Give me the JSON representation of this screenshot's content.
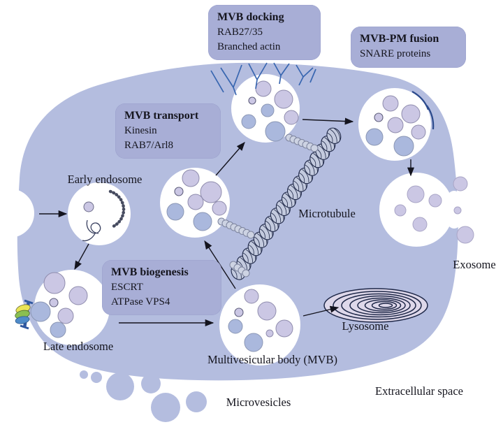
{
  "boxes": {
    "docking": {
      "title": "MVB docking",
      "line1": "RAB27/35",
      "line2": "Branched actin"
    },
    "fusion": {
      "title": "MVB-PM fusion",
      "line1": "SNARE proteins"
    },
    "transport": {
      "title": "MVB transport",
      "line1": "Kinesin",
      "line2": "RAB7/Arl8"
    },
    "biogenesis": {
      "title": "MVB biogenesis",
      "line1": "ESCRT",
      "line2": "ATPase VPS4"
    }
  },
  "labels": {
    "early_endosome": "Early endosome",
    "late_endosome": "Late endosome",
    "mvb": "Multivesicular body (MVB)",
    "microtubule": "Microtubule",
    "lysosome": "Lysosome",
    "exosome": "Exosome",
    "microvesicles": "Microvesicles",
    "extracellular_space": "Extracellular space"
  },
  "colors": {
    "cell": "#b4bddf",
    "label_box": "#a8aed6",
    "vesicle_lavender": "#cbc7e4",
    "vesicle_blue": "#aab8dd",
    "outline_navy": "#1e2747",
    "actin_blue": "#3866b0",
    "snare_blue": "#2b4a8c",
    "escrt_yellow": "#e9e456",
    "escrt_green": "#8abf52",
    "escrt_blue": "#4f8bc9",
    "lysosome_fill": "#ded8ea",
    "text": "#15151e"
  }
}
